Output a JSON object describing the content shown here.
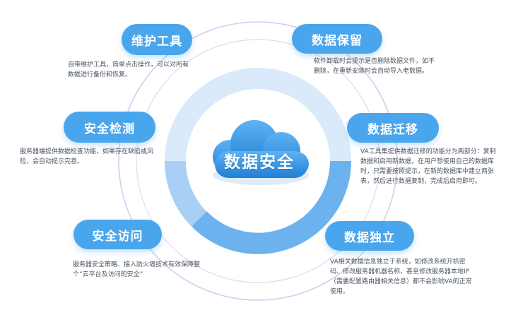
{
  "center": {
    "title": "数据安全"
  },
  "colors": {
    "pill": "#4aa6ec",
    "cloud": "#2f8fdf",
    "ring_light": "#dbeafa",
    "ring_mid": "#a9cff5",
    "ring_dark": "#6bb2ef",
    "outer_ring": "#d9c9ee"
  },
  "features": [
    {
      "title": "维护工具",
      "desc": "自带维护工具，简单点击操作，可以对所有数据进行备份和恢复。"
    },
    {
      "title": "数据保留",
      "desc": "软件卸载时会提示是否删除数据文件，如不删除，在重新安装时会自动导入老数据。"
    },
    {
      "title": "安全检测",
      "desc": "服务器端提供数据检查功能，如果存在缺陷或风险，会自动提示完善。"
    },
    {
      "title": "数据迁移",
      "desc": "VA工具集提供数据迁移的功能分为两部分：复制数据和启用新数据，在用户想使用自己的数据库时，只需要按照提示，在新的数据库中建立两张表，然后进行数据复制，完成后启用即可。"
    },
    {
      "title": "安全访问",
      "desc": "服务器安全策略、接入防火墙技术有效保障整个“云平台及访问的安全”"
    },
    {
      "title": "数据独立",
      "desc": "VA相关数据信息独立于系统，如修改系统开机密码、修改服务器机器名称，甚至修改服务器本地IP（需要配置路由器相关信息）都不会影响VA的正常使用。"
    }
  ]
}
